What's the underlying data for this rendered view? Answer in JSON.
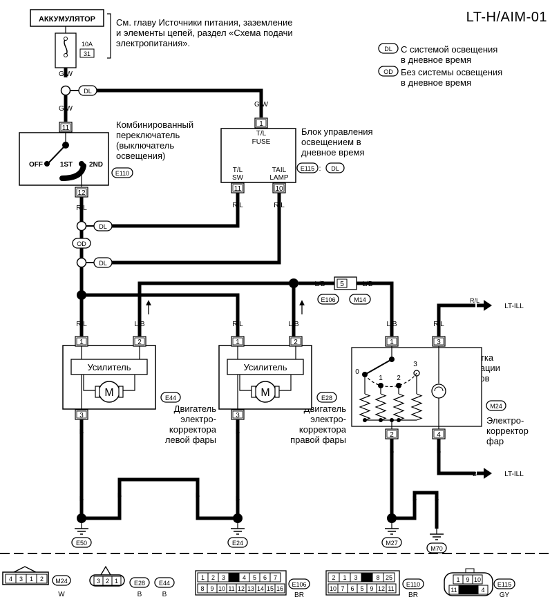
{
  "page_code": "LT-H/AIM-01",
  "battery_label": "АККУМУЛЯТОР",
  "battery_note": "См. главу Источники питания, заземление\nи элементы цепей, раздел «Схема подачи\nэлектропитания».",
  "fuse": {
    "amps": "10A",
    "number": "31"
  },
  "legend": {
    "dl_code": "DL",
    "dl_text": "С системой освещения\nв дневное время",
    "od_code": "OD",
    "od_text": "Без системы освещения\nв дневное время"
  },
  "wire_colors": {
    "gw": "G/W",
    "rl": "R/L",
    "lb": "L/B",
    "b": "B"
  },
  "combination_switch": {
    "label": "Комбинированный\nпереключатель\n(выключатель\nосвещения)",
    "connector": "E110",
    "pin_in": "11",
    "pin_out": "12",
    "positions": [
      "OFF",
      "1ST",
      "2ND"
    ]
  },
  "dl_unit": {
    "label": "Блок управления\nосвещением в\nдневное время",
    "connector": "E115",
    "option": "DL",
    "pin_fuse": "1",
    "fuse_label": "T/L\nFUSE",
    "pin_sw": "11",
    "sw_label": "T/L\nSW",
    "pin_tail": "10",
    "tail_label": "TAIL\nLAMP"
  },
  "inline_connector": {
    "pin": "5",
    "left": "E106",
    "right": "M14"
  },
  "amplifier_label": "Усилитель",
  "motor_label": "M",
  "left_actuator": {
    "connector": "E44",
    "label": "Двигатель\nэлектро-\nкорректора\nлевой фары",
    "pins": [
      "1",
      "2",
      "3"
    ]
  },
  "right_actuator": {
    "connector": "E28",
    "label": "Двигатель\nэлектро-\nкорректора\nправой фары",
    "pins": [
      "1",
      "2",
      "3"
    ]
  },
  "corrector_switch": {
    "connector": "M24",
    "label": "Электро-\nкорректор\nфар",
    "illum_label": "Подсветка\nкомбинации\nприборов",
    "pins": [
      "1",
      "3",
      "2",
      "4"
    ],
    "positions": [
      "0",
      "1",
      "2",
      "3"
    ]
  },
  "lt_ill_label": "LT-ILL",
  "grounds": [
    "E50",
    "E24",
    "M27",
    "M70"
  ],
  "connector_views": [
    {
      "code": "M24",
      "color": "W",
      "pins": [
        "4",
        "3",
        "1",
        "2"
      ]
    },
    {
      "code": "E28",
      "color": "B",
      "pins": [
        "3",
        "2",
        "1"
      ]
    },
    {
      "code": "E44",
      "color": "B"
    },
    {
      "code": "E106",
      "color": "BR",
      "top": [
        "1",
        "2",
        "3",
        "",
        "4",
        "5",
        "6",
        "7"
      ],
      "bottom": [
        "8",
        "9",
        "10",
        "11",
        "12",
        "13",
        "14",
        "15",
        "16"
      ]
    },
    {
      "code": "E110",
      "color": "BR",
      "top": [
        "2",
        "1",
        "3",
        "",
        "8",
        "25"
      ],
      "bottom": [
        "10",
        "7",
        "6",
        "5",
        "9",
        "12",
        "11"
      ]
    },
    {
      "code": "E115",
      "color": "GY",
      "top": [
        "1",
        "9",
        "10"
      ],
      "bottom": [
        "11",
        "4"
      ]
    }
  ],
  "colors": {
    "ink": "#000000",
    "paper": "#ffffff"
  }
}
